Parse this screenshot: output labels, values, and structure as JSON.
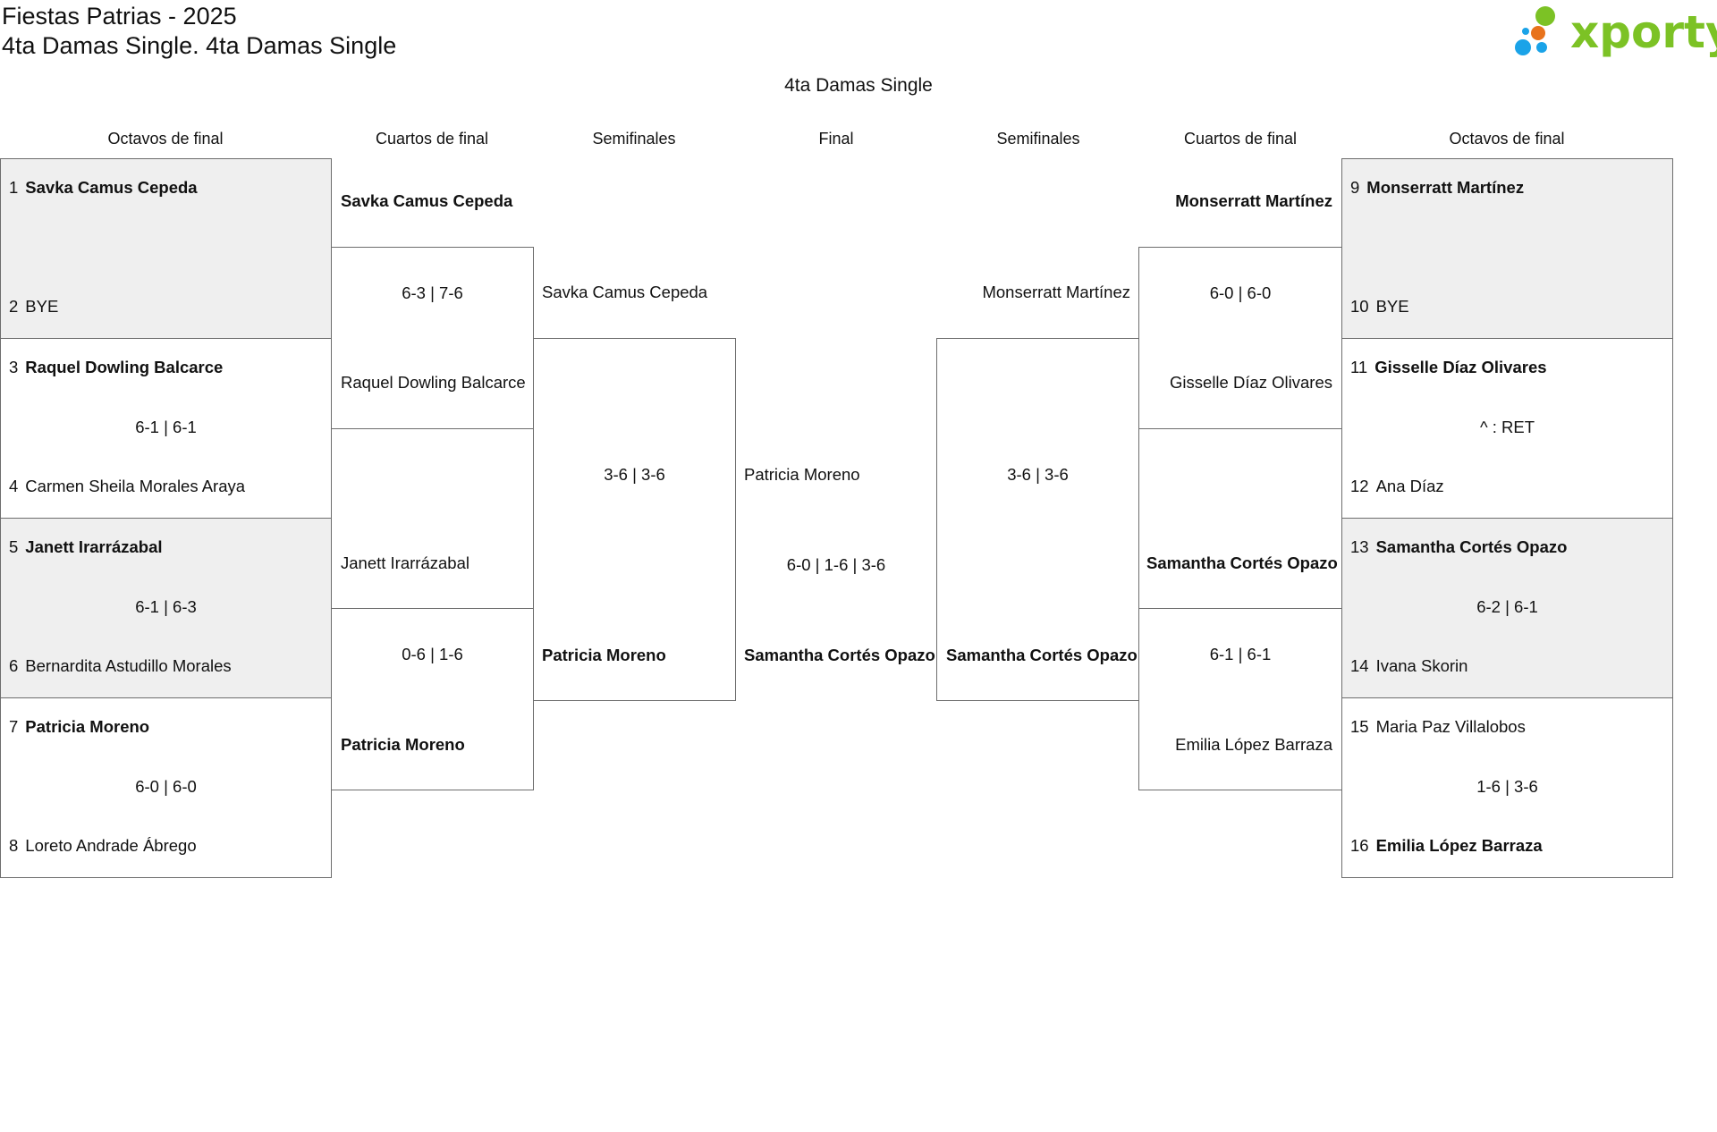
{
  "header": {
    "line1": "Fiestas Patrias - 2025",
    "line2": "4ta Damas Single. 4ta Damas Single",
    "draw_title": "4ta Damas Single"
  },
  "brand": {
    "name": "xporty",
    "color": "#7cc225",
    "dots": [
      "#7cc225",
      "#e8731c",
      "#1aa3e8"
    ]
  },
  "rounds": {
    "r16_left": "Octavos de final",
    "qf_left": "Cuartos de final",
    "sf_left": "Semifinales",
    "final": "Final",
    "sf_right": "Semifinales",
    "qf_right": "Cuartos de final",
    "r16_right": "Octavos de final"
  },
  "r16_left": [
    {
      "p1_seed": "1",
      "p1": "Savka Camus Cepeda",
      "p2_seed": "2",
      "p2": "BYE",
      "score": ""
    },
    {
      "p1_seed": "3",
      "p1": "Raquel Dowling Balcarce",
      "p2_seed": "4",
      "p2": "Carmen Sheila Morales Araya",
      "score": "6-1 | 6-1"
    },
    {
      "p1_seed": "5",
      "p1": "Janett Irarrázabal",
      "p2_seed": "6",
      "p2": "Bernardita Astudillo Morales",
      "score": "6-1 | 6-3"
    },
    {
      "p1_seed": "7",
      "p1": "Patricia Moreno",
      "p2_seed": "8",
      "p2": "Loreto Andrade Ábrego",
      "score": "6-0 | 6-0"
    }
  ],
  "qf_left": [
    {
      "p1": "Savka Camus Cepeda",
      "p2": "Raquel Dowling Balcarce",
      "score": "6-3 | 7-6"
    },
    {
      "p1": "Janett Irarrázabal",
      "p2": "Patricia Moreno",
      "score": "0-6 | 1-6"
    }
  ],
  "sf_left": {
    "p1": "Savka Camus Cepeda",
    "p2": "Patricia Moreno",
    "score": "3-6 | 3-6"
  },
  "final": {
    "p1": "Patricia Moreno",
    "p2": "Samantha Cortés Opazo",
    "score": "6-0 | 1-6 | 3-6"
  },
  "sf_right": {
    "p1": "Monserratt Martínez",
    "p2": "Samantha Cortés Opazo",
    "score": "3-6 | 3-6"
  },
  "qf_right": [
    {
      "p1": "Monserratt Martínez",
      "p2": "Gisselle Díaz Olivares",
      "score": "6-0 | 6-0"
    },
    {
      "p1": "Samantha Cortés Opazo",
      "p2": "Emilia López Barraza",
      "score": "6-1 | 6-1"
    }
  ],
  "r16_right": [
    {
      "p1_seed": "9",
      "p1": "Monserratt Martínez",
      "p2_seed": "10",
      "p2": "BYE",
      "score": ""
    },
    {
      "p1_seed": "11",
      "p1": "Gisselle Díaz Olivares",
      "p2_seed": "12",
      "p2": "Ana Díaz",
      "score": "^ : RET"
    },
    {
      "p1_seed": "13",
      "p1": "Samantha Cortés Opazo",
      "p2_seed": "14",
      "p2": "Ivana Skorin",
      "score": "6-2 | 6-1"
    },
    {
      "p1_seed": "15",
      "p1": "Maria Paz Villalobos",
      "p2_seed": "16",
      "p2": "Emilia López Barraza",
      "score": "1-6 | 3-6"
    }
  ]
}
